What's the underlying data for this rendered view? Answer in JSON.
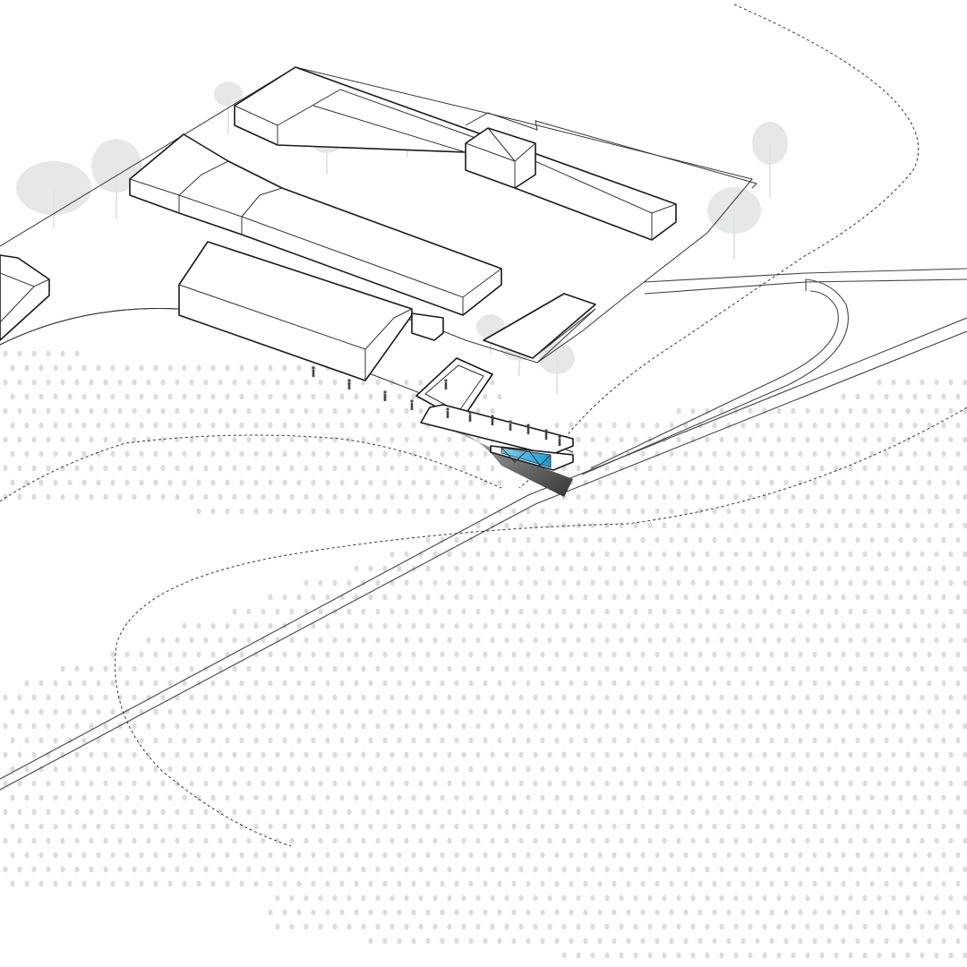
{
  "colors": {
    "background": "#ffffff",
    "line": "#1a1a1a",
    "tree_fill": "#e2e5e2",
    "vineyard_dot": "#dcdcdc",
    "glass_accent": "#2aa9e0",
    "shadow": "#555555"
  },
  "layers": [
    "buildings",
    "roads",
    "vineyard",
    "trees",
    "walkway",
    "people",
    "dashed-paths"
  ]
}
